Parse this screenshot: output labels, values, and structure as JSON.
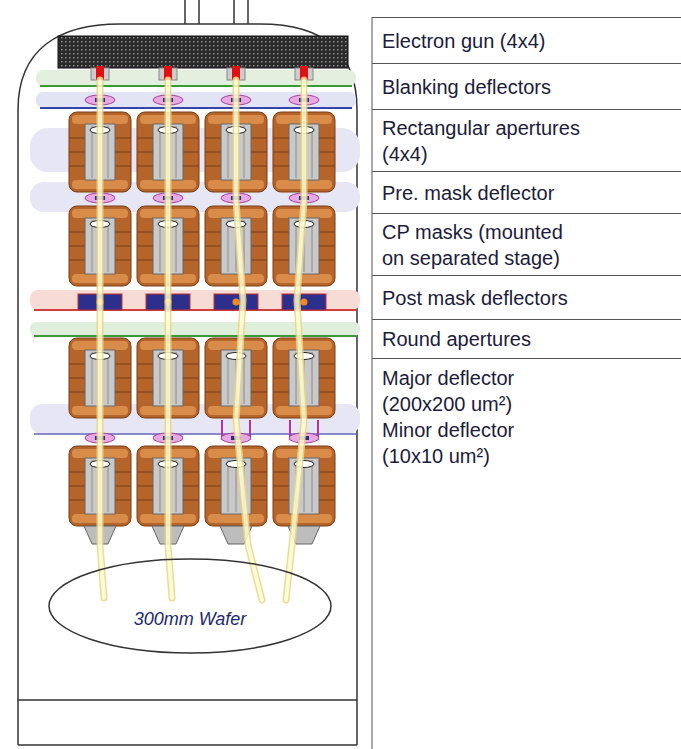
{
  "diagram": {
    "nodes": [
      {
        "text": [
          "Electron gun (4x4)"
        ]
      },
      {
        "text": [
          "Blanking deflectors"
        ]
      },
      {
        "text": [
          "Rectangular apertures (4x4)"
        ]
      },
      {
        "text": [
          "Pre. mask deflector"
        ]
      },
      {
        "text": [
          "CP masks (mounted on separated stage)"
        ]
      },
      {
        "text": [
          "Post mask deflectors"
        ]
      },
      {
        "text": [
          "Round apertures"
        ]
      },
      {
        "text": [
          "Major deflector (200x200 um²)",
          "Minor deflector (10x10 um²)"
        ]
      },
      {
        "text": [
          "300mm Wafer"
        ]
      }
    ]
  }
}
